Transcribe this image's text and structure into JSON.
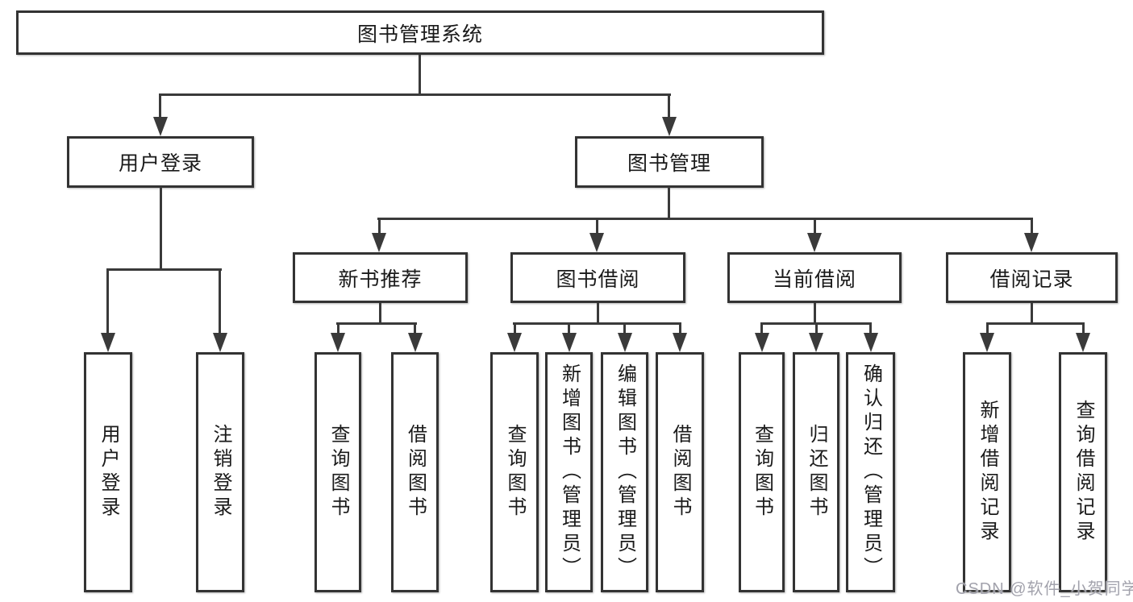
{
  "tree": {
    "root": {
      "label": "图书管理系统"
    },
    "branches": [
      {
        "label": "用户登录",
        "leaves": [
          {
            "label": "用户登录"
          },
          {
            "label": "注销登录"
          }
        ]
      },
      {
        "label": "图书管理",
        "groups": [
          {
            "label": "新书推荐",
            "leaves": [
              {
                "label": "查询图书"
              },
              {
                "label": "借阅图书"
              }
            ]
          },
          {
            "label": "图书借阅",
            "leaves": [
              {
                "label": "查询图书"
              },
              {
                "label": "新增图书（管理员）"
              },
              {
                "label": "编辑图书（管理员）"
              },
              {
                "label": "借阅图书"
              }
            ]
          },
          {
            "label": "当前借阅",
            "leaves": [
              {
                "label": "查询图书"
              },
              {
                "label": "归还图书"
              },
              {
                "label": "确认归还（管理员）"
              }
            ]
          },
          {
            "label": "借阅记录",
            "leaves": [
              {
                "label": "新增借阅记录"
              },
              {
                "label": "查询借阅记录"
              }
            ]
          }
        ]
      }
    ]
  },
  "watermark": {
    "text": "CSDN @软件_小贺同学"
  },
  "colors": {
    "line": "#3a3a3a",
    "box_border": "#333333",
    "text": "#1a1a1a",
    "watermark": "#a2a2ac",
    "background": "#ffffff"
  }
}
